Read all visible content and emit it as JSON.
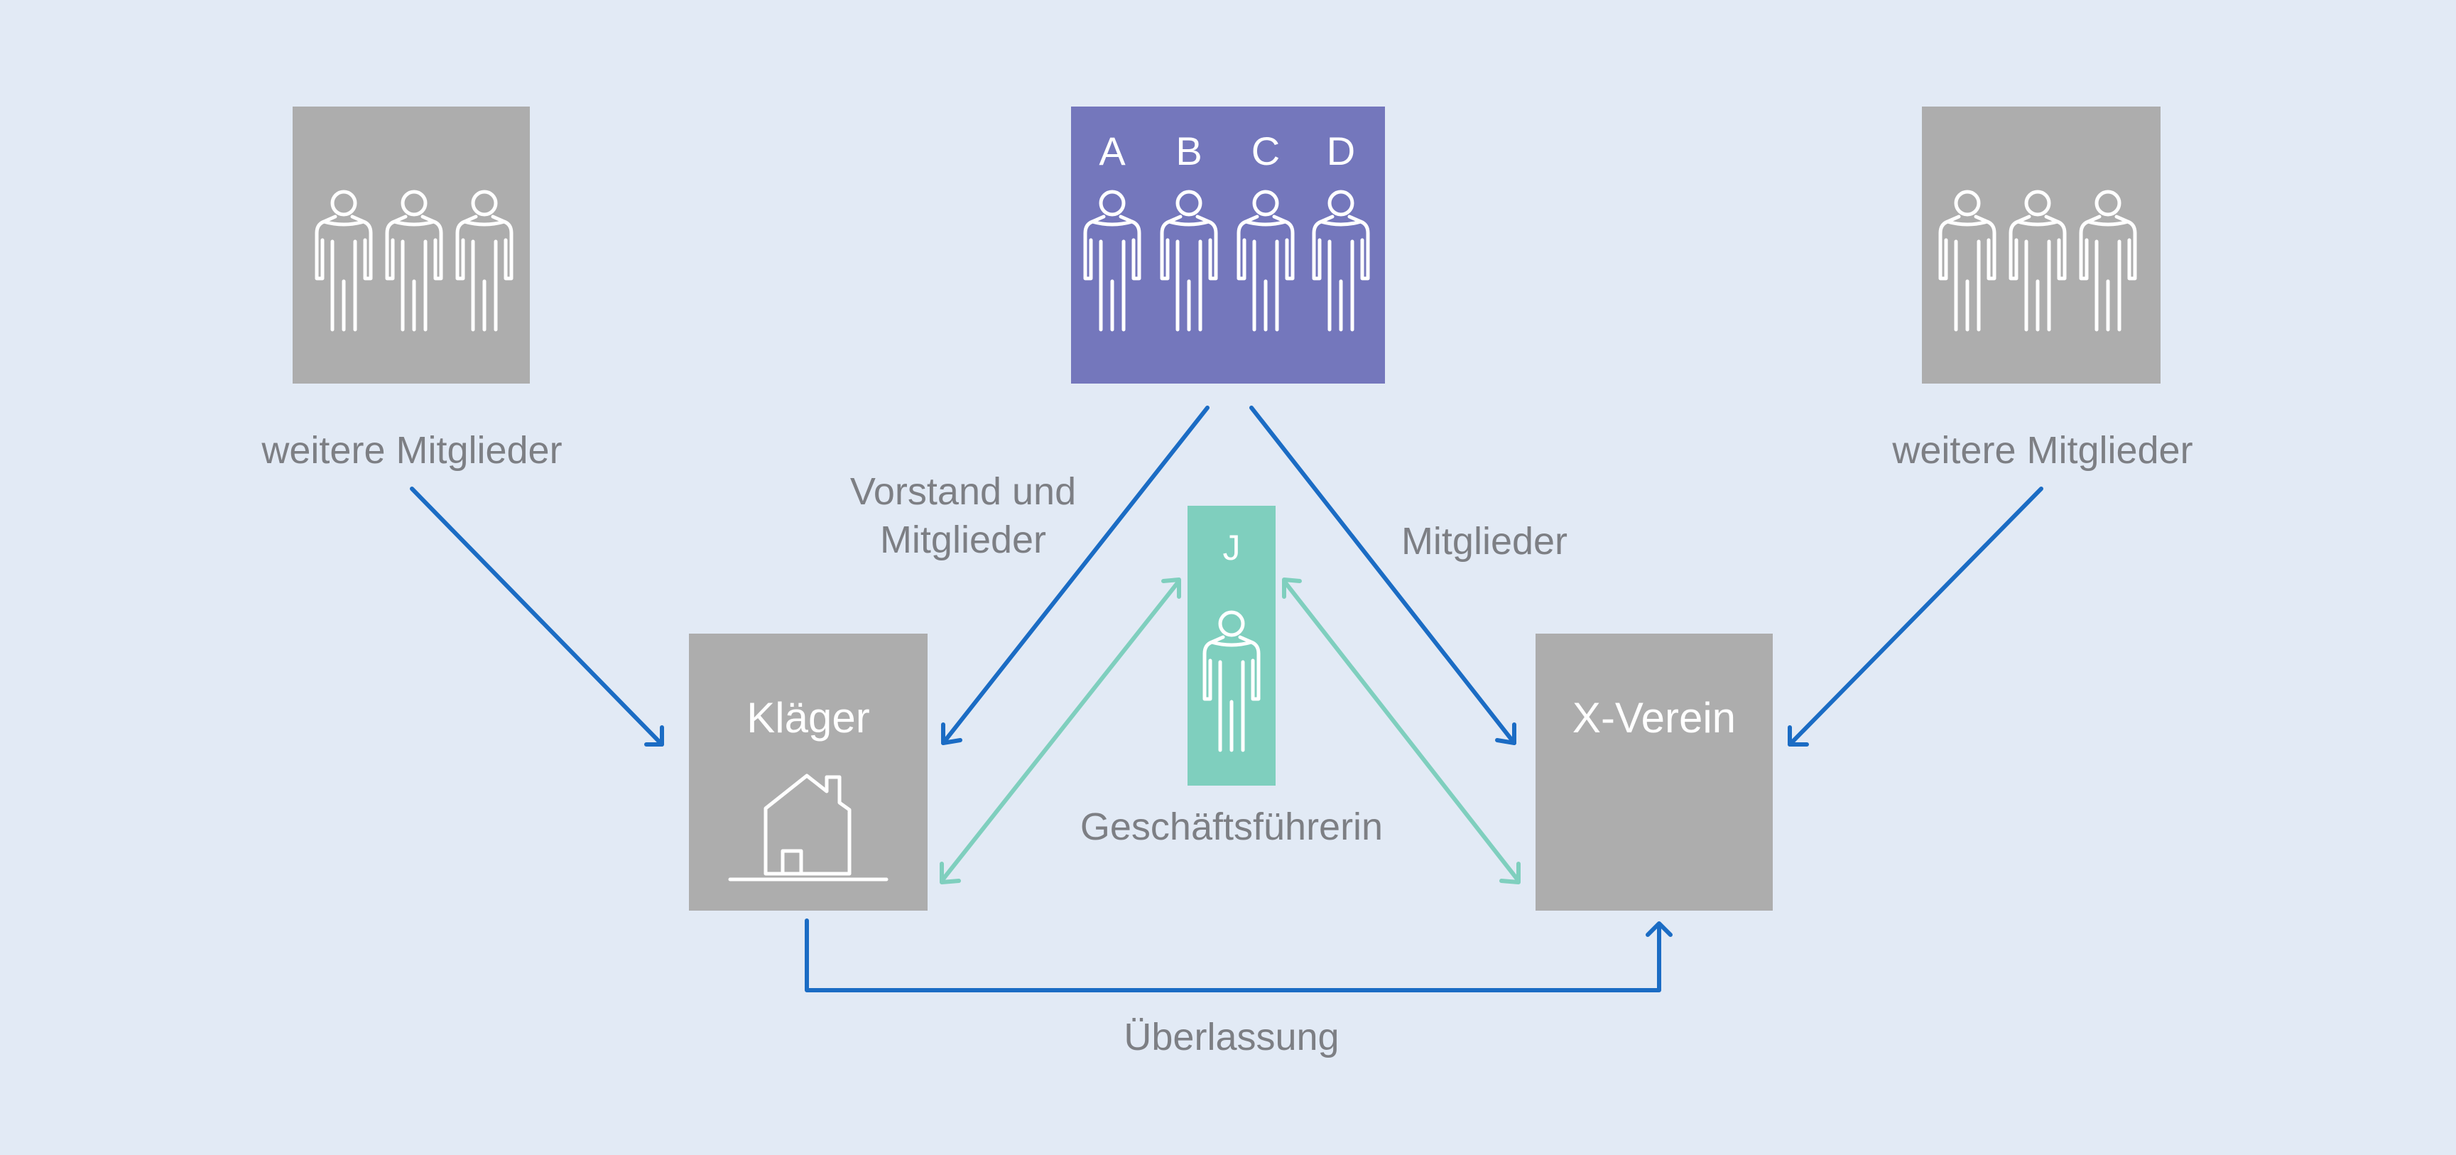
{
  "groups": {
    "left_members": {
      "label": "weitere Mitglieder"
    },
    "right_members": {
      "label": "weitere Mitglieder"
    },
    "board": {
      "letters": [
        "A",
        "B",
        "C",
        "D"
      ]
    }
  },
  "nodes": {
    "plaintiff": {
      "title": "Kläger"
    },
    "association": {
      "title": "X-Verein"
    },
    "manager": {
      "letter": "J",
      "label": "Geschäftsführerin"
    }
  },
  "edges": {
    "board_to_plaintiff": "Vorstand und Mitglieder",
    "board_to_association": "Mitglieder",
    "plaintiff_to_association": "Überlassung"
  },
  "colors": {
    "background": "#e2eaf5",
    "gray_box": "#adadad",
    "board_box": "#7477bc",
    "manager_box": "#7fcfbe",
    "arrow_blue": "#1b6cc4",
    "arrow_teal": "#7fcfbe",
    "text": "#7d7f84"
  }
}
